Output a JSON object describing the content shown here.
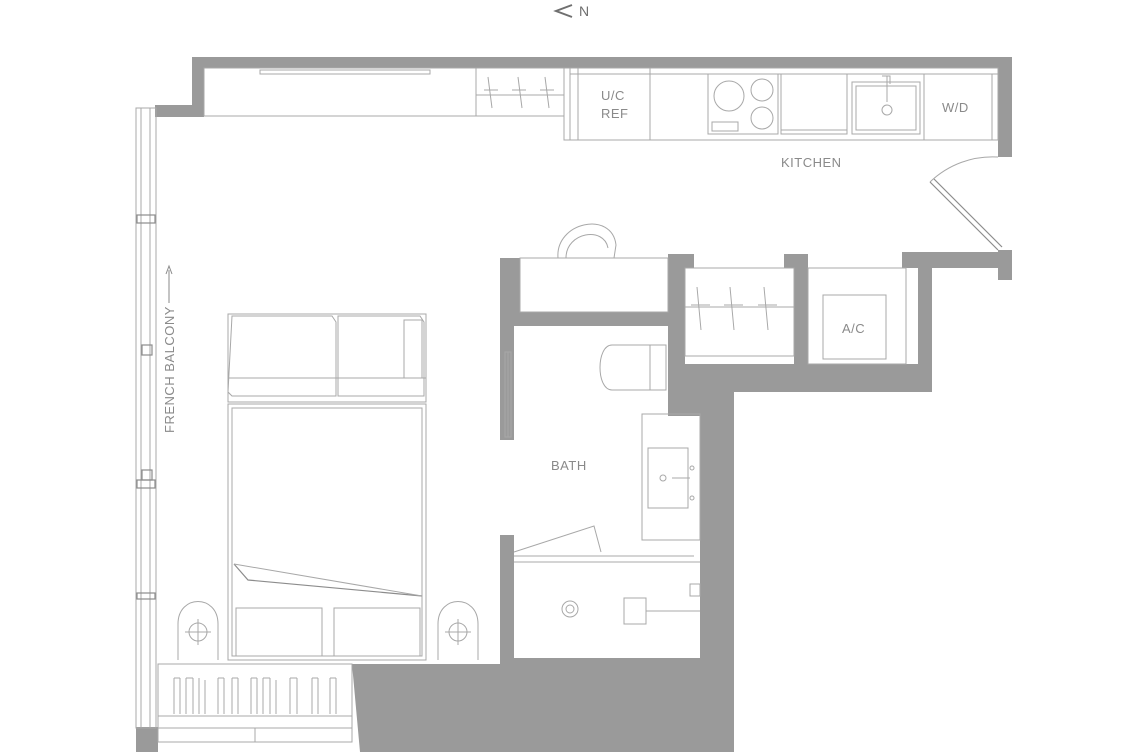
{
  "compass": {
    "label": "N",
    "icon": "north-arrow-icon"
  },
  "rooms": {
    "kitchen": "KITCHEN",
    "bath": "BATH"
  },
  "fixtures": {
    "fridge_line1": "U/C",
    "fridge_line2": "REF",
    "washer_dryer": "W/D",
    "air_conditioner": "A/C"
  },
  "balcony_label": "FRENCH BALCONY",
  "colors": {
    "wall": "#9a9a9a",
    "line": "#a8a8a8",
    "text": "#8a8a8a"
  }
}
